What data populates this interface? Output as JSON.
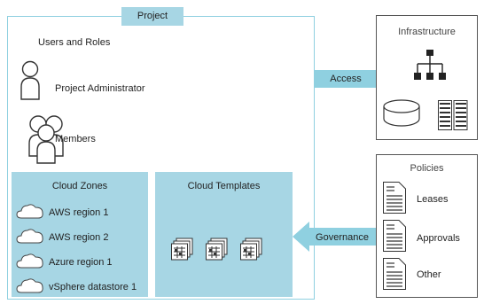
{
  "project": {
    "title": "Project",
    "users_roles": "Users and Roles",
    "admin_label": "Project Administrator",
    "members_label": "Members"
  },
  "cloud_zones": {
    "title": "Cloud Zones",
    "items": [
      "AWS region 1",
      "AWS region 2",
      "Azure region 1",
      "vSphere datastore 1"
    ]
  },
  "cloud_templates": {
    "title": "Cloud Templates"
  },
  "infrastructure": {
    "title": "Infrastructure"
  },
  "policies": {
    "title": "Policies",
    "items": [
      "Leases",
      "Approvals",
      "Other"
    ]
  },
  "arrows": {
    "access": "Access",
    "governance": "Governance"
  },
  "colors": {
    "accent": "#a7d6e4",
    "border": "#8fd0e0",
    "arrow": "#8fd0e0"
  }
}
